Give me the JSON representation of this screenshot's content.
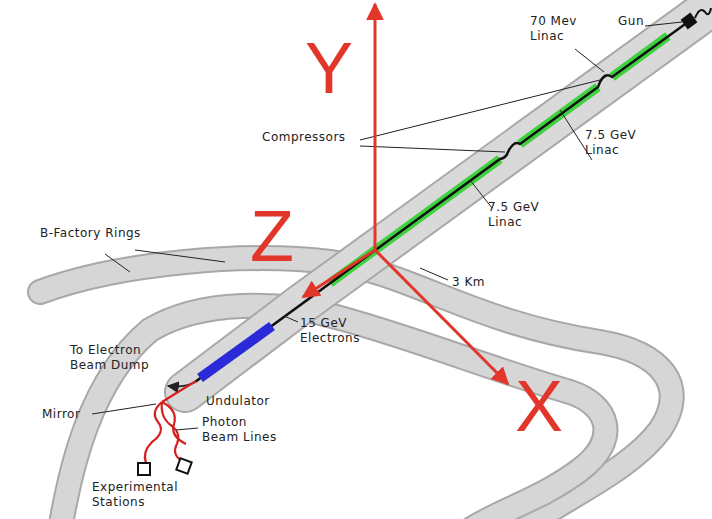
{
  "diagram": {
    "labels": [
      "70 Mev Linac",
      "Gun",
      "Compressors",
      "7.5 GeV Linac",
      "7.5 GeV Linac",
      "B-Factory Rings",
      "3 Km",
      "15 GeV Electrons",
      "To Electron Beam Dump",
      "Undulator",
      "Mirror",
      "Photon Beam Lines",
      "Experimental Stations",
      "Y",
      "Z",
      "X"
    ]
  }
}
